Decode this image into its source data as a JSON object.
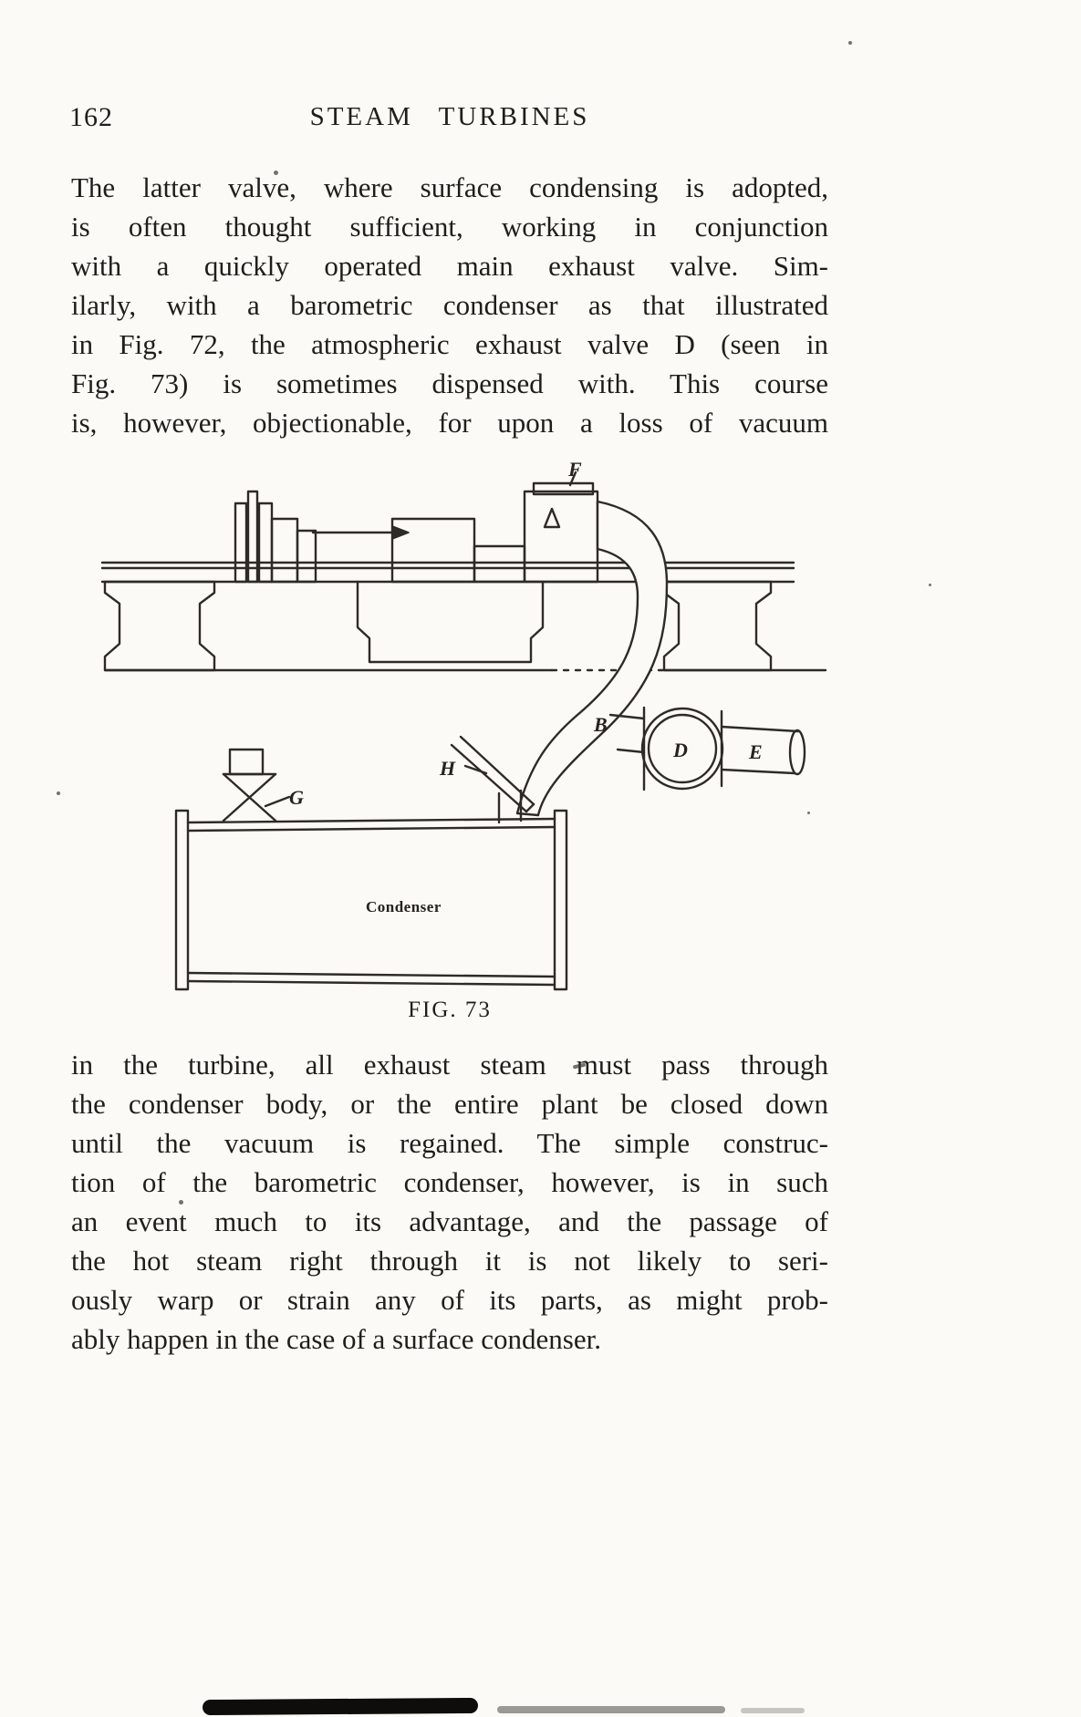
{
  "page": {
    "number": "162",
    "running_title": "STEAM TURBINES"
  },
  "paragraphs": {
    "top": {
      "lines": [
        "The latter valve, where surface condensing is adopted,",
        "is often thought sufficient, working in conjunction",
        "with a quickly operated main exhaust valve. Sim-",
        "ilarly, with a barometric condenser as that illustrated",
        "in Fig. 72, the atmospheric exhaust valve D (seen in",
        "Fig. 73) is sometimes dispensed with. This course",
        "is, however, objectionable, for upon a loss of vacuum"
      ]
    },
    "bottom": {
      "lines": [
        "in the turbine, all exhaust steam must pass through",
        "the condenser body, or the entire plant be closed down",
        "until the vacuum is regained. The simple construc-",
        "tion of the barometric condenser, however, is in such",
        "an event much to its advantage, and the passage of",
        "the hot steam right through it is not likely to seri-",
        "ously warp or strain any of its parts, as might prob-",
        "ably happen in the case of a surface condenser."
      ]
    }
  },
  "figure": {
    "caption": "FIG. 73",
    "labels": {
      "f": "F",
      "b": "B",
      "d": "D",
      "e": "E",
      "h": "H",
      "g": "G",
      "condenser": "Condenser"
    }
  }
}
